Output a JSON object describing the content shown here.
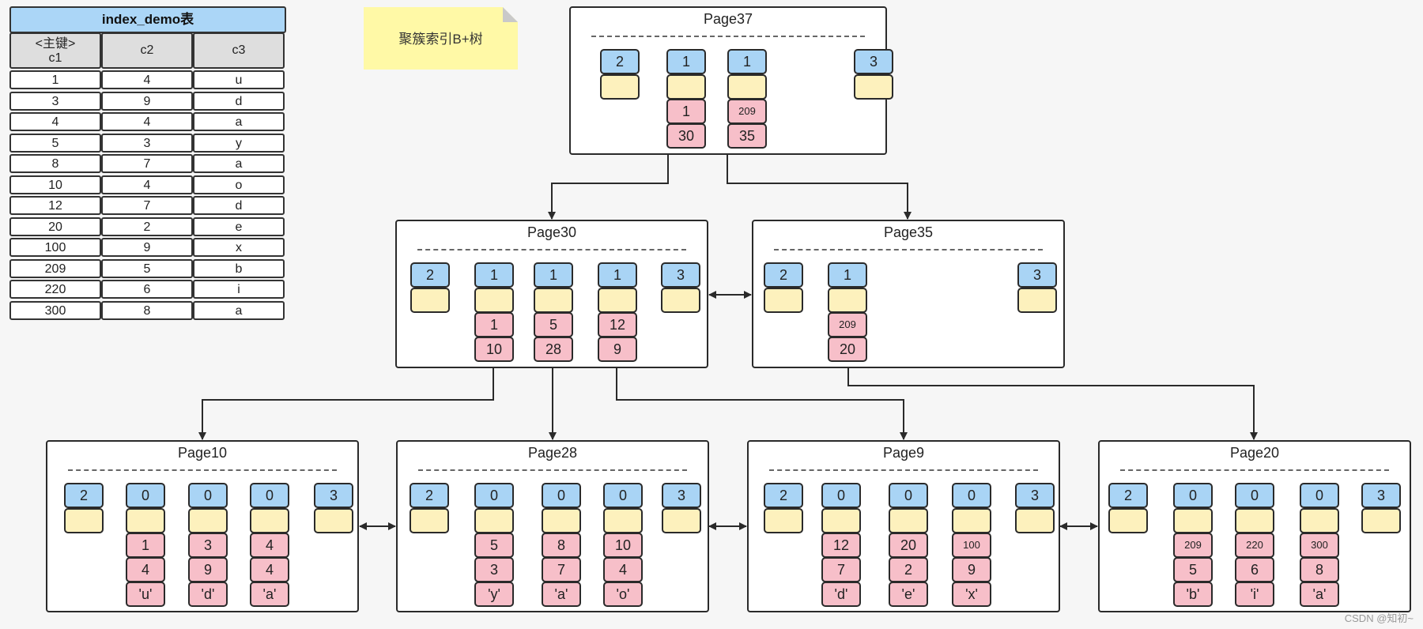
{
  "table": {
    "title": "index_demo表",
    "headers": [
      [
        "<主键>",
        "c1"
      ],
      [
        "c2"
      ],
      [
        "c3"
      ]
    ],
    "rows": [
      [
        "1",
        "4",
        "u"
      ],
      [
        "3",
        "9",
        "d"
      ],
      [
        "4",
        "4",
        "a"
      ],
      [
        "5",
        "3",
        "y"
      ],
      [
        "8",
        "7",
        "a"
      ],
      [
        "10",
        "4",
        "o"
      ],
      [
        "12",
        "7",
        "d"
      ],
      [
        "20",
        "2",
        "e"
      ],
      [
        "100",
        "9",
        "x"
      ],
      [
        "209",
        "5",
        "b"
      ],
      [
        "220",
        "6",
        "i"
      ],
      [
        "300",
        "8",
        "a"
      ]
    ]
  },
  "note": "聚簇索引B+树",
  "pages": [
    {
      "id": "page37",
      "title": "Page37",
      "inf": "2",
      "sup": "3",
      "recs": [
        {
          "type": "1",
          "vals": [
            "1",
            "30"
          ]
        },
        {
          "type": "1",
          "vals": [
            "209",
            "35"
          ]
        }
      ]
    },
    {
      "id": "page30",
      "title": "Page30",
      "inf": "2",
      "sup": "3",
      "recs": [
        {
          "type": "1",
          "vals": [
            "1",
            "10"
          ]
        },
        {
          "type": "1",
          "vals": [
            "5",
            "28"
          ]
        },
        {
          "type": "1",
          "vals": [
            "12",
            "9"
          ]
        }
      ]
    },
    {
      "id": "page35",
      "title": "Page35",
      "inf": "2",
      "sup": "3",
      "recs": [
        {
          "type": "1",
          "vals": [
            "209",
            "20"
          ]
        }
      ]
    },
    {
      "id": "page10",
      "title": "Page10",
      "inf": "2",
      "sup": "3",
      "recs": [
        {
          "type": "0",
          "vals": [
            "1",
            "4",
            "'u'"
          ]
        },
        {
          "type": "0",
          "vals": [
            "3",
            "9",
            "'d'"
          ]
        },
        {
          "type": "0",
          "vals": [
            "4",
            "4",
            "'a'"
          ]
        }
      ]
    },
    {
      "id": "page28",
      "title": "Page28",
      "inf": "2",
      "sup": "3",
      "recs": [
        {
          "type": "0",
          "vals": [
            "5",
            "3",
            "'y'"
          ]
        },
        {
          "type": "0",
          "vals": [
            "8",
            "7",
            "'a'"
          ]
        },
        {
          "type": "0",
          "vals": [
            "10",
            "4",
            "'o'"
          ]
        }
      ]
    },
    {
      "id": "page9",
      "title": "Page9",
      "inf": "2",
      "sup": "3",
      "recs": [
        {
          "type": "0",
          "vals": [
            "12",
            "7",
            "'d'"
          ]
        },
        {
          "type": "0",
          "vals": [
            "20",
            "2",
            "'e'"
          ]
        },
        {
          "type": "0",
          "vals": [
            "100",
            "9",
            "'x'"
          ]
        }
      ]
    },
    {
      "id": "page20",
      "title": "Page20",
      "inf": "2",
      "sup": "3",
      "recs": [
        {
          "type": "0",
          "vals": [
            "209",
            "5",
            "'b'"
          ]
        },
        {
          "type": "0",
          "vals": [
            "220",
            "6",
            "'i'"
          ]
        },
        {
          "type": "0",
          "vals": [
            "300",
            "8",
            "'a'"
          ]
        }
      ]
    }
  ],
  "credit": "CSDN @知初~"
}
